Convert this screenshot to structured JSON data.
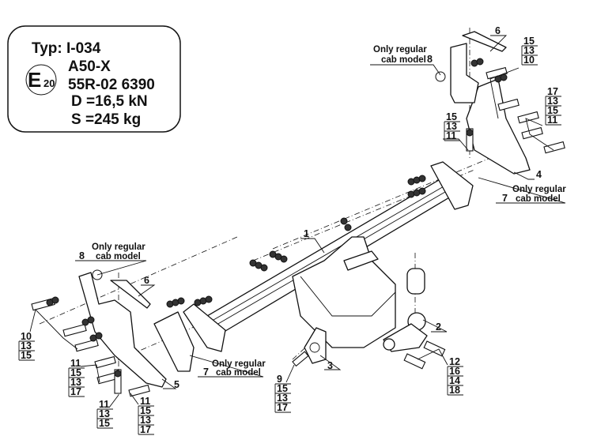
{
  "spec_plate": {
    "type_line": "Typ: I-034",
    "model": "A50-X",
    "approval_mark": "E",
    "approval_country": "20",
    "approval_number": "55R-02 6390",
    "d_value": "D =16,5 kN",
    "s_value": "S =245 kg"
  },
  "notes": {
    "only_regular": "Only regular",
    "cab_model": "cab model"
  },
  "part_numbers": {
    "p1": "1",
    "p2": "2",
    "p3": "3",
    "p4": "4",
    "p5": "5",
    "p6_top": "6",
    "p6_left": "6",
    "p7_right": "7",
    "p7_left": "7",
    "p8_top": "8",
    "p8_left": "8"
  },
  "stacks": {
    "top_right_a": [
      "15",
      "13",
      "10"
    ],
    "top_right_b": [
      "17",
      "13",
      "15",
      "11"
    ],
    "top_center": [
      "15",
      "13",
      "11"
    ],
    "left_a": [
      "10",
      "13",
      "15"
    ],
    "left_b": [
      "11",
      "15",
      "13",
      "17"
    ],
    "left_c": [
      "11",
      "13",
      "15"
    ],
    "left_d": [
      "11",
      "15",
      "13",
      "17"
    ],
    "center_bottom": [
      "9",
      "15",
      "13",
      "17"
    ],
    "ball_bolts": [
      "12",
      "16",
      "14",
      "18"
    ]
  }
}
